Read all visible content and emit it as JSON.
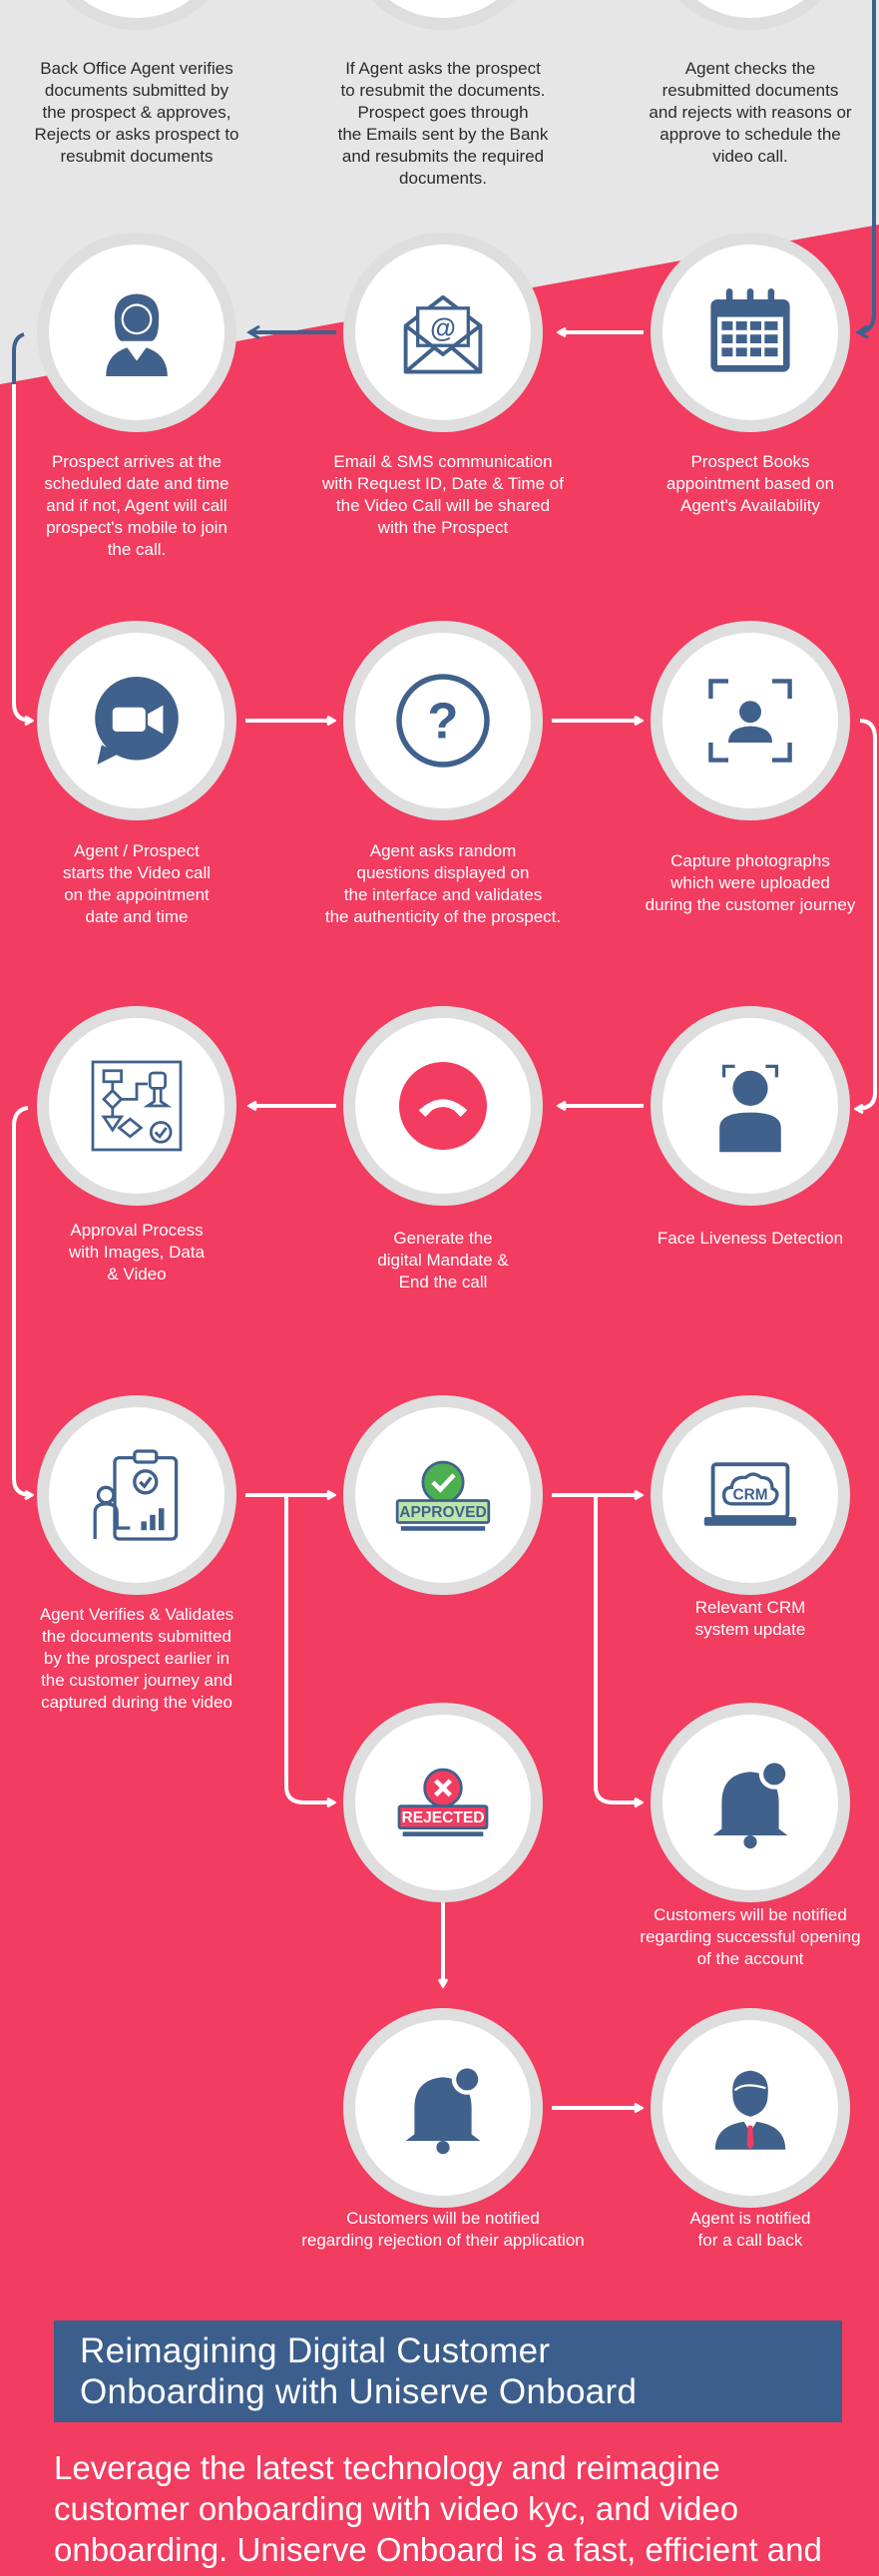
{
  "colors": {
    "accent": "#f23c60",
    "light_band": "#e6e6e6",
    "icon": "#40618c",
    "banner": "#3c5e8c",
    "text_light": "#ffffff",
    "text_dark": "#2b2b2b"
  },
  "top_captions": [
    "Back Office Agent verifies\ndocuments submitted by\nthe prospect & approves,\nRejects or asks prospect to\nresubmit documents",
    "If Agent asks the prospect\nto resubmit the documents.\nProspect goes through\nthe Emails sent by the Bank\nand resubmits the required\ndocuments.",
    "Agent checks the\nresubmitted documents\nand rejects with reasons or\napprove to schedule the\nvideo call."
  ],
  "steps": [
    {
      "icon": "agent-icon",
      "caption": "Prospect arrives at the\nscheduled date and time\nand if not, Agent will call\nprospect's mobile to join\nthe call."
    },
    {
      "icon": "email-icon",
      "caption": "Email & SMS communication\nwith Request ID, Date & Time of\nthe Video Call will be shared\nwith the Prospect"
    },
    {
      "icon": "calendar-icon",
      "caption": "Prospect Books\nappointment based on\nAgent's Availability"
    },
    {
      "icon": "video-call-icon",
      "caption": "Agent / Prospect\nstarts the Video call\non the appointment\ndate and time"
    },
    {
      "icon": "question-icon",
      "caption": "Agent asks random\nquestions displayed on\nthe interface and validates\nthe authenticity of the prospect."
    },
    {
      "icon": "photo-capture-icon",
      "caption": "Capture photographs\nwhich were uploaded\nduring the customer journey"
    },
    {
      "icon": "approval-flow-icon",
      "caption": "Approval Process\nwith Images, Data\n& Video"
    },
    {
      "icon": "end-call-icon",
      "caption": "Generate the\ndigital Mandate &\nEnd the call"
    },
    {
      "icon": "face-liveness-icon",
      "caption": "Face Liveness Detection"
    },
    {
      "icon": "clipboard-validate-icon",
      "caption": "Agent Verifies & Validates\nthe documents submitted\nby the prospect earlier in\nthe customer journey and\ncaptured during the video"
    },
    {
      "icon": "approved-stamp-icon",
      "stamp_text": "APPROVED",
      "caption": ""
    },
    {
      "icon": "crm-icon",
      "crm_text": "CRM",
      "caption": "Relevant CRM\nsystem update"
    },
    {
      "icon": "rejected-stamp-icon",
      "stamp_text": "REJECTED",
      "caption": ""
    },
    {
      "icon": "bell-notification-icon",
      "caption": "Customers will be notified\nregarding successful opening\nof the account"
    },
    {
      "icon": "bell-notification-icon",
      "caption": "Customers will be notified\nregarding rejection of their application"
    },
    {
      "icon": "agent-male-icon",
      "caption": "Agent is notified\nfor a call back"
    }
  ],
  "banner": {
    "title": "Reimagining Digital Customer\nOnboarding with Uniserve Onboard"
  },
  "lead": "Leverage the latest technology and reimagine\ncustomer onboarding with video kyc, and video\nonboarding.  Uniserve Onboard is a fast, efficient and"
}
